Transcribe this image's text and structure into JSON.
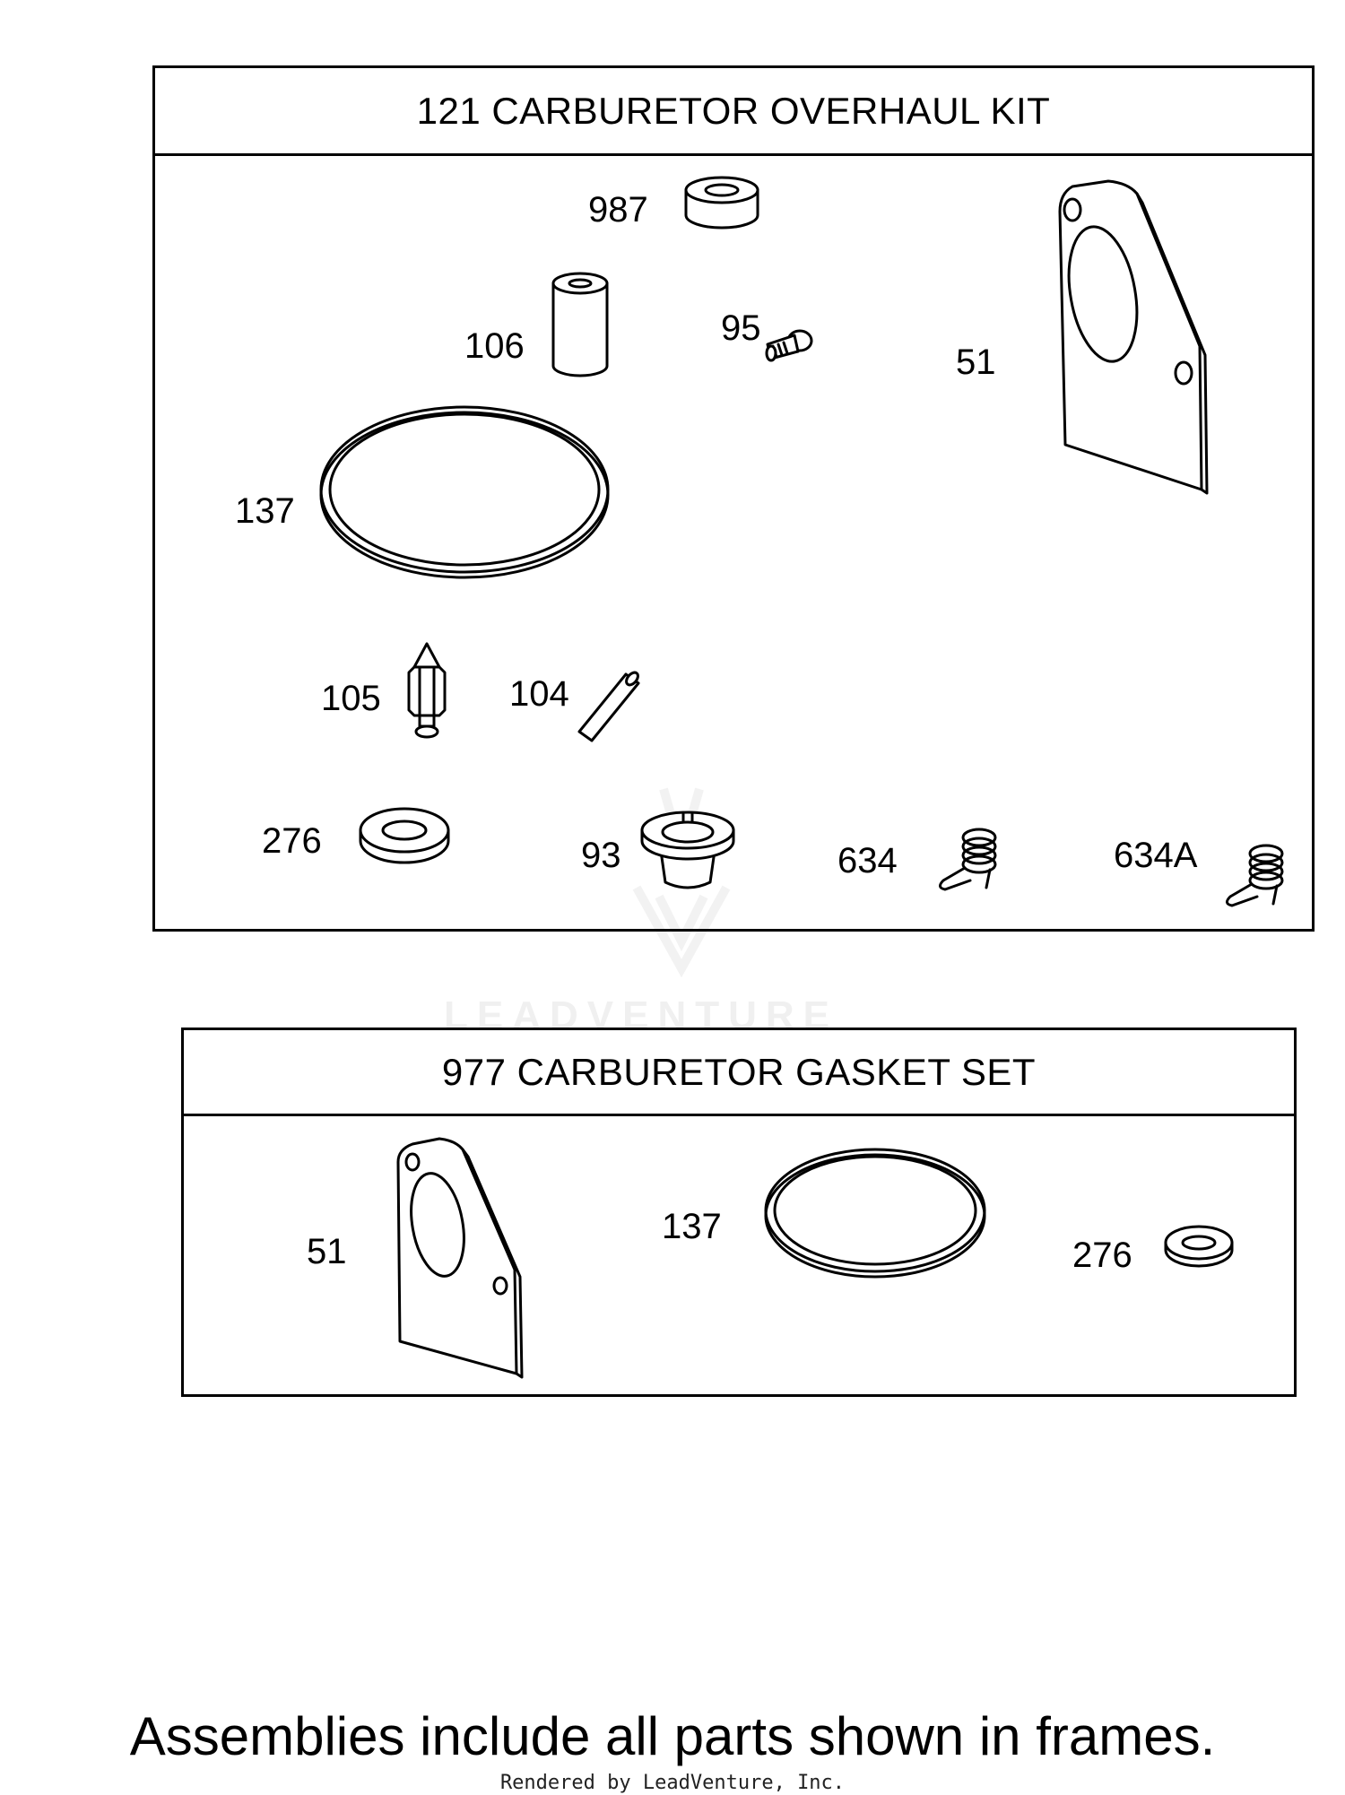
{
  "overhaul_kit": {
    "title": "121 CARBURETOR OVERHAUL KIT",
    "labels": {
      "p987": "987",
      "p106": "106",
      "p95": "95",
      "p51": "51",
      "p137": "137",
      "p105": "105",
      "p104": "104",
      "p276": "276",
      "p93": "93",
      "p634": "634",
      "p634a": "634A"
    }
  },
  "gasket_set": {
    "title": "977 CARBURETOR GASKET SET",
    "labels": {
      "p51": "51",
      "p137": "137",
      "p276": "276"
    }
  },
  "watermark": "LEADVENTURE",
  "footer": "Assemblies include all parts shown in frames.",
  "credit": "Rendered by LeadVenture, Inc."
}
